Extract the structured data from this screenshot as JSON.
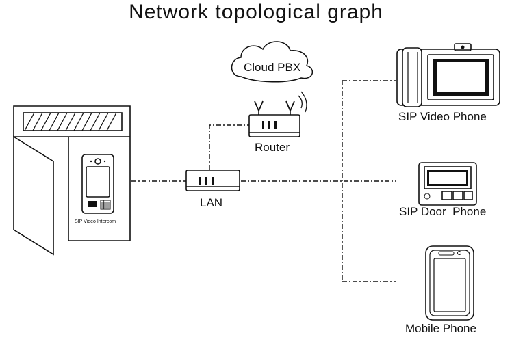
{
  "title": "Network topological graph",
  "nodes": {
    "cloud_pbx": {
      "label": "Cloud PBX",
      "icon": "cloud-icon"
    },
    "router": {
      "label": "Router",
      "icon": "router-icon"
    },
    "lan": {
      "label": "LAN",
      "icon": "switch-icon"
    },
    "intercom": {
      "label": "SIP Video Intercom",
      "icon": "door-intercom-icon"
    },
    "video_phone": {
      "label": "SIP Video Phone",
      "icon": "video-phone-icon"
    },
    "door_phone": {
      "label": "SIP Door  Phone",
      "icon": "door-phone-icon"
    },
    "mobile_phone": {
      "label": "Mobile Phone",
      "icon": "mobile-phone-icon"
    }
  },
  "colors": {
    "line": "#111111",
    "background": "#ffffff"
  }
}
